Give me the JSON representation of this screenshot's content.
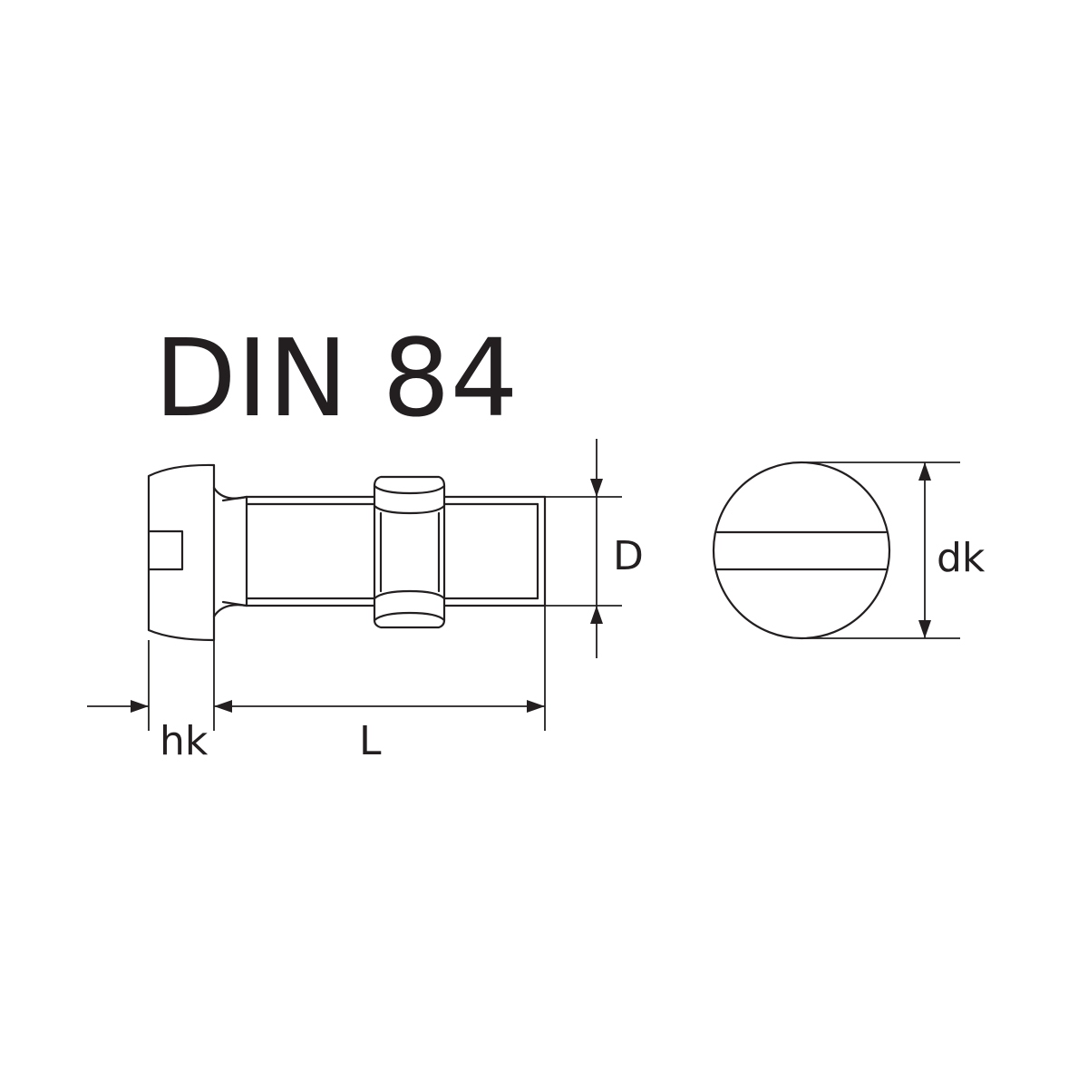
{
  "title": "DIN 84",
  "labels": {
    "head_height": "hk",
    "length": "L",
    "diameter": "D",
    "head_diameter": "dk"
  },
  "colors": {
    "line": "#231f20",
    "background": "#ffffff"
  }
}
